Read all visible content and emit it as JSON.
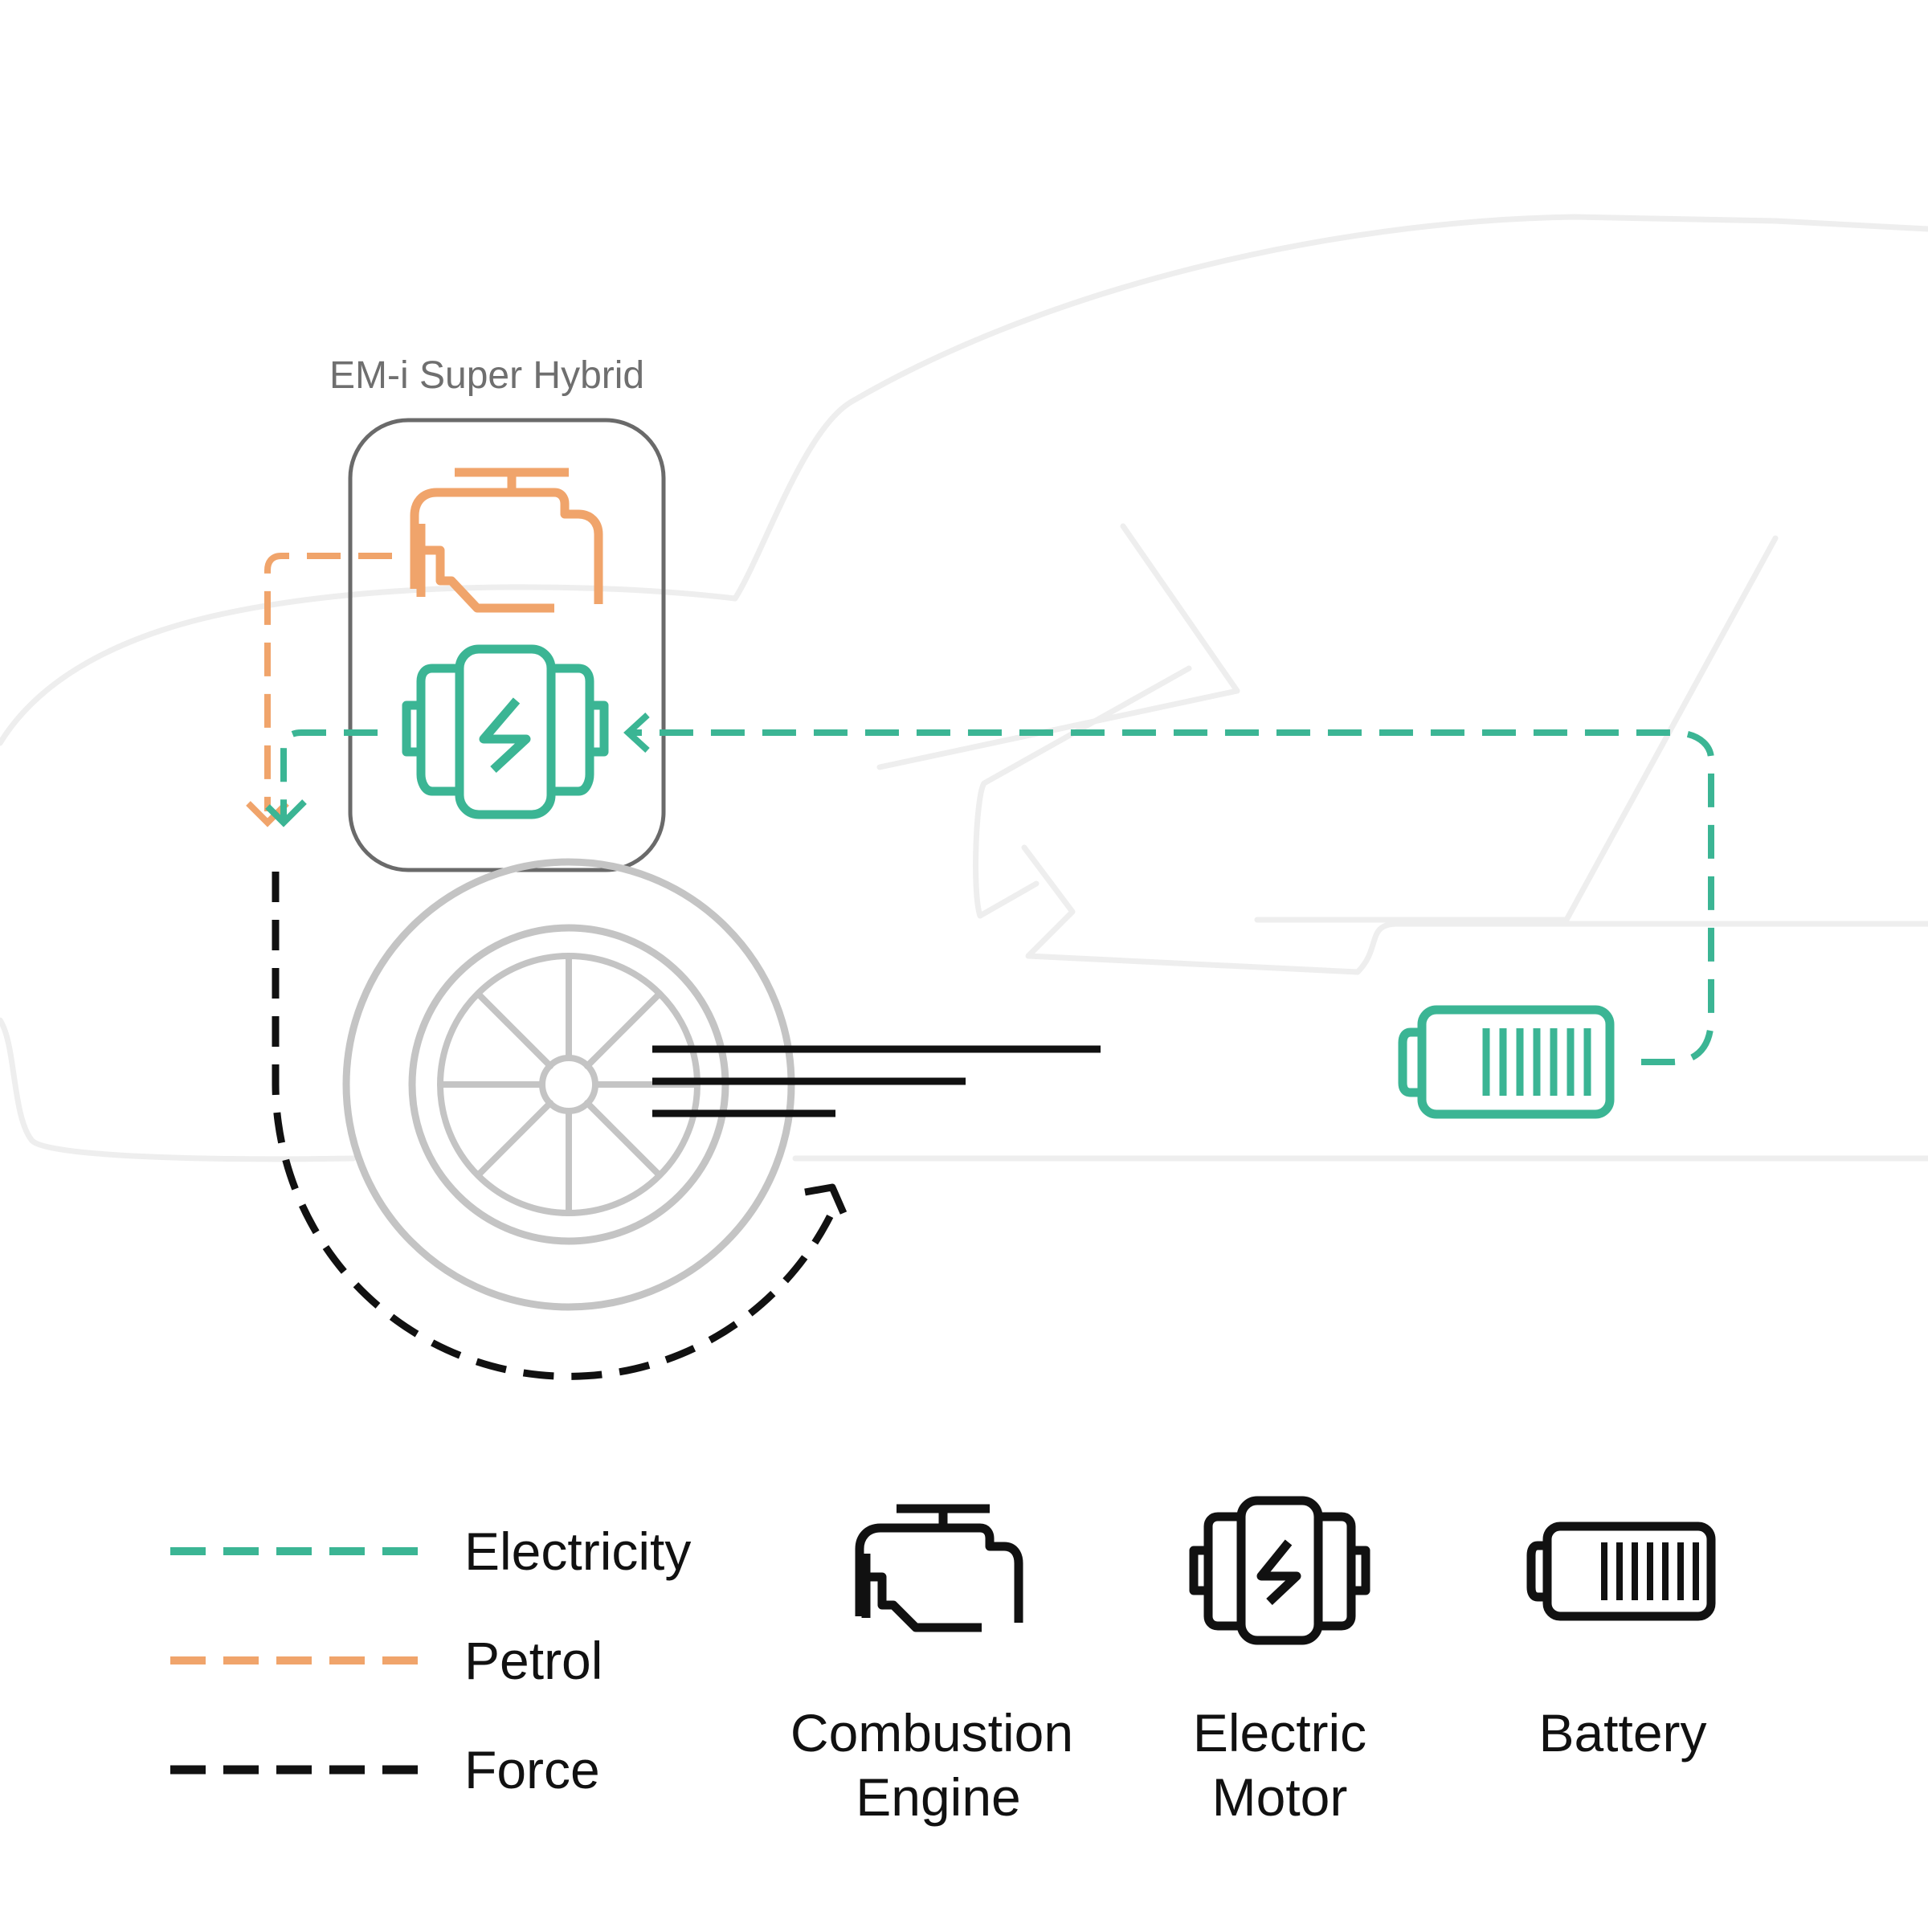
{
  "system_title": "EM-i Super Hybrid",
  "legend": {
    "electricity": "Electricity",
    "petrol": "Petrol",
    "force": "Force"
  },
  "components": {
    "engine": {
      "line1": "Combustion",
      "line2": "Engine"
    },
    "motor": {
      "line1": "Electric",
      "line2": "Motor"
    },
    "battery": {
      "line1": "Battery"
    }
  },
  "colors": {
    "electricity": "#3bb594",
    "petrol": "#f0a46b",
    "force": "#111111",
    "wheel": "#c4c4c4",
    "car_outline": "#eeeeee",
    "box_border": "#6a6a6a"
  }
}
